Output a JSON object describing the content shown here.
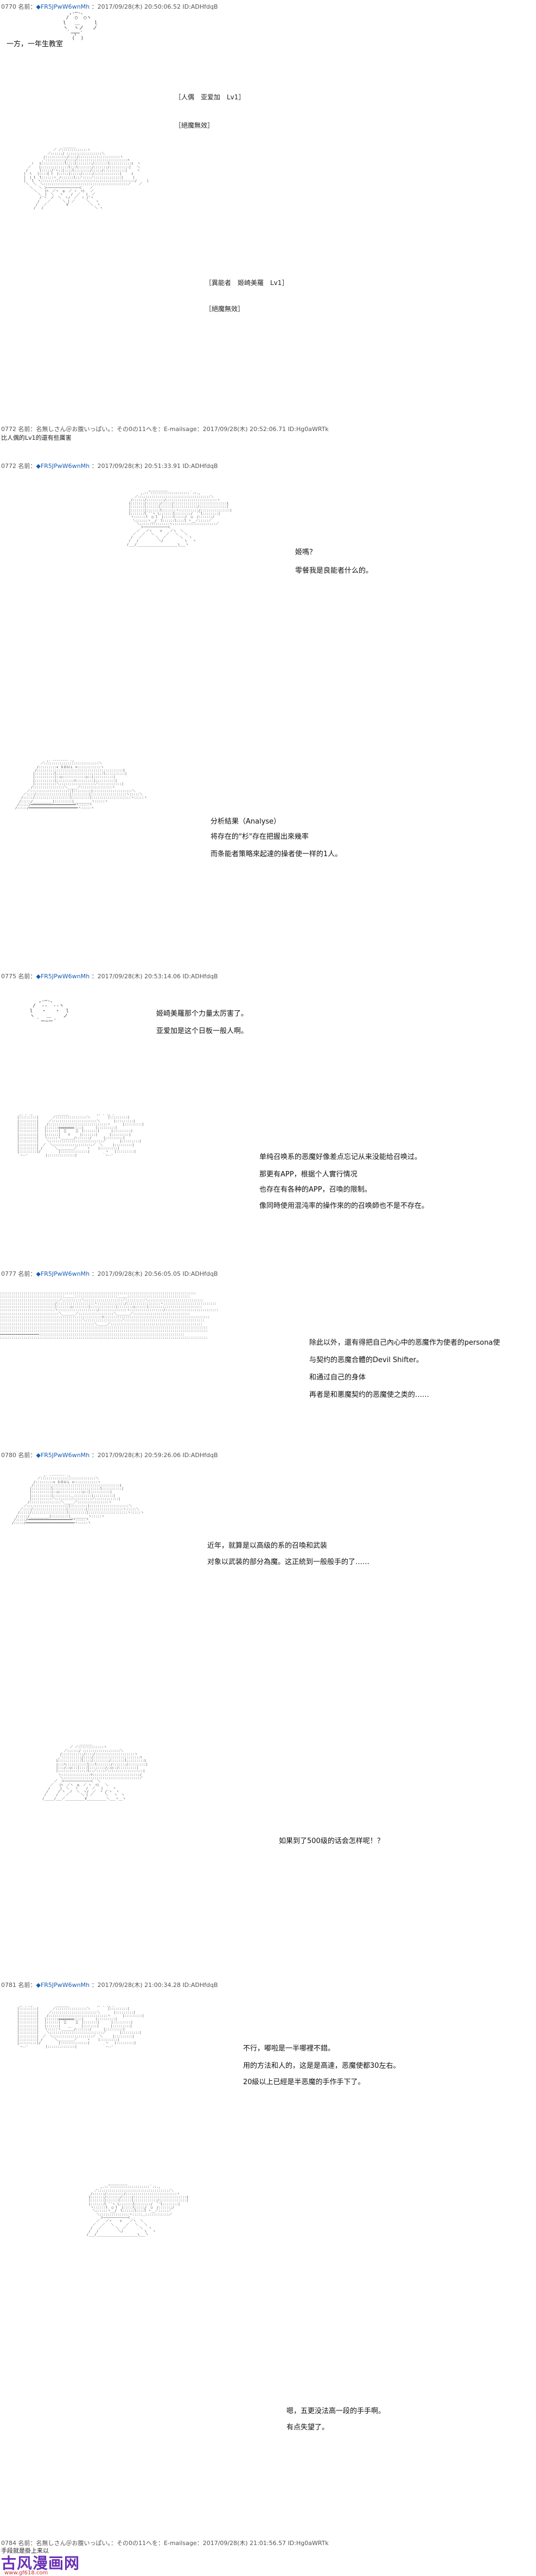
{
  "posts": [
    {
      "header": {
        "no": "0770",
        "name_label": "名前",
        "name": "◆FR5JPwW6wnMh",
        "date": "2017/09/28(木) 20:50:06.52 ID:ADHfdqB"
      }
    },
    {
      "header": {
        "no": "0772",
        "name_label": "名前",
        "name": "◆FR5JPwW6wnMh",
        "date": "2017/09/28(木) 20:51:33.91 ID:ADHfdqB"
      }
    },
    {
      "header": {
        "no": "0775",
        "name_label": "名前",
        "name": "◆FR5JPwW6wnMh",
        "date": "2017/09/28(木) 20:53:14.06 ID:ADHfdqB"
      }
    },
    {
      "header": {
        "no": "0777",
        "name_label": "名前",
        "name": "◆FR5JPwW6wnMh",
        "date": "2017/09/28(木) 20:56:05.05 ID:ADHfdqB"
      }
    },
    {
      "header": {
        "no": "0780",
        "name_label": "名前",
        "name": "◆FR5JPwW6wnMh",
        "date": "2017/09/28(木) 20:59:26.06 ID:ADHfdqB"
      }
    },
    {
      "header": {
        "no": "0781",
        "name_label": "名前",
        "name": "◆FR5JPwW6wnMh",
        "date": "2017/09/28(木) 21:00:34.28 ID:ADHfdqB"
      }
    }
  ],
  "reply_header": {
    "text": "0772 名前：名無しさん＠お腹いっぱい。：その0の11へを：E-mailsage：2017/09/28(木) 20:52:06.71 ID:Hg0aWRTk"
  },
  "reply_body": {
    "text": "比人偶的Lv1的還有些厲害"
  },
  "last_reply_header": {
    "text": "0784 名前：名無しさん＠お腹いっぱい。：その0の11へを：E-mailsage：2017/09/28(木) 21:01:56.57 ID:Hg0aWRTk"
  },
  "last_reply_body": {
    "text": "手段就是掛上来以"
  },
  "section1": {
    "title": "一方，一年生教室",
    "label1": "［人偶　亚爱加　Lv1］",
    "label2": "［絕魔無效］",
    "label3": "［異能者　姬崎美羅　Lv1］",
    "label4": "［絕魔無效］"
  },
  "section2": {
    "lines": [
      "姬嗎？",
      "零餐我是良能者什么的。"
    ]
  },
  "section3": {
    "lines": [
      "分析結果（Analyse）",
      "将存在的\"杉\"存在把握出來幾率",
      "而条能者策略來起達的操者使一样的1人。"
    ]
  },
  "section4": {
    "lines": [
      "姬崎美羅那个力量太厉害了。",
      "亚爱加是这个日板一般人啊。"
    ]
  },
  "section5": {
    "lines": [
      "单纯召唤系的恶魔好像差点忘记从来没能给召唤过。",
      "那更有APP，根据个人實行情况",
      "也存在有各种的APP，召喚的限制。",
      "像同時使用混沌率的操作來的的召唤師也不是不存在。"
    ]
  },
  "section6": {
    "lines": [
      "除此以外，還有得把自己內心中的恶魔作为使者的persona使",
      "与契约的恶魔合體的Devil Shifter。",
      "和通过自己的身体",
      "再者是和悪魔契约的恶魔使之类的……"
    ]
  },
  "section7": {
    "lines": [
      "近年，就算是以高级的系的召喚和武装",
      "对象以武装的部分為魔。这正統到一般般手的了……"
    ]
  },
  "section8": {
    "lines": [
      "如果到了500级的话会怎样呢！？"
    ]
  },
  "section9": {
    "lines": [
      "不行，嘟啦是一半哪裡不錯。",
      "用的方法和人的，这是是高達，恶魔使都30左右。",
      "20級以上已經是半恶魔的手作手下了。"
    ]
  },
  "section10": {
    "lines": [
      "嗯，五更没法高一段的手手啊。",
      "有点失望了。"
    ]
  },
  "watermark": {
    "logo": "古风漫画网",
    "url": "www.gf618.com"
  }
}
